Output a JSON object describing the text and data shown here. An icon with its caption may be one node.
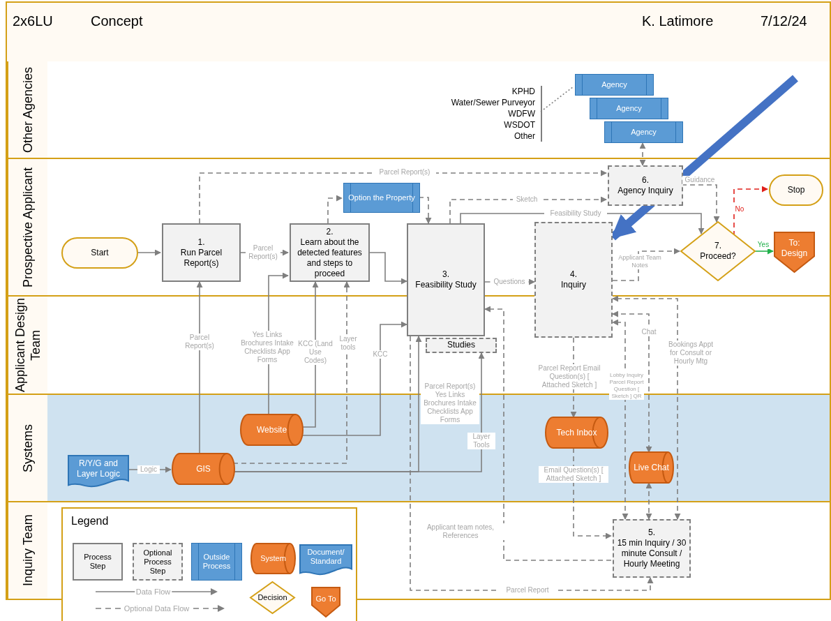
{
  "diagram": {
    "nodes": [
      {
        "text": [
          "Other Agencies"
        ]
      },
      {
        "text": [
          "Prospective Applicant"
        ]
      },
      {
        "text": [
          "Applicant Design Team"
        ]
      },
      {
        "text": [
          "Systems"
        ]
      },
      {
        "text": [
          "Inquiry Team"
        ]
      },
      {
        "text": [
          "KPHD",
          "Water/Sewer Purveyor",
          "WDFW",
          "WSDOT",
          "Other"
        ],
        "in": 0
      },
      {
        "text": [
          "Agency"
        ],
        "in": 0
      },
      {
        "text": [
          "Agency"
        ],
        "in": 0
      },
      {
        "text": [
          "Agency"
        ],
        "in": 0
      },
      {
        "text": [
          "Start"
        ],
        "in": 1
      },
      {
        "text": [
          "1.",
          "Run Parcel Report(s)"
        ],
        "in": 1
      },
      {
        "text": [
          "2.",
          "Learn about the detected features and steps to proceed"
        ],
        "in": 1
      },
      {
        "text": [
          "Option the Property"
        ],
        "in": 1
      },
      {
        "text": [
          "3.",
          "Feasibility Study"
        ]
      },
      {
        "text": [
          "Studies"
        ],
        "in": 2
      },
      {
        "text": [
          "4.",
          "Inquiry"
        ]
      },
      {
        "text": [
          "6.",
          "Agency Inquiry"
        ],
        "in": 1
      },
      {
        "text": [
          "7.",
          "Proceed?"
        ],
        "in": 1
      },
      {
        "text": [
          "Stop"
        ],
        "in": 1
      },
      {
        "text": [
          "To: Design"
        ],
        "in": 1
      },
      {
        "text": [
          "R/Y/G and Layer Logic"
        ],
        "in": 3
      },
      {
        "text": [
          "GIS"
        ],
        "in": 3
      },
      {
        "text": [
          "Website"
        ],
        "in": 3
      },
      {
        "text": [
          "Tech Inbox"
        ],
        "in": 3
      },
      {
        "text": [
          "Live Chat"
        ],
        "in": 3
      },
      {
        "text": [
          "5.",
          "15 min Inquiry / 30 minute Consult / Hourly Meeting"
        ],
        "in": 4
      }
    ],
    "edges": [
      {
        "from": 9,
        "to": 10,
        "arrow": "to"
      },
      {
        "from": 10,
        "to": 11,
        "arrow": "to",
        "label": "Parcel Report(s)"
      },
      {
        "from": 10,
        "to": 16,
        "arrow": "to",
        "label": "Parcel Report(s)",
        "style": "dashed"
      },
      {
        "from": 11,
        "to": 12,
        "arrow": "to",
        "style": "dashed"
      },
      {
        "from": 12,
        "to": 13,
        "arrow": "to",
        "style": "dashed"
      },
      {
        "from": 11,
        "to": 13,
        "arrow": "to"
      },
      {
        "from": 13,
        "to": 16,
        "arrow": "to",
        "label": "Sketch",
        "style": "dashed"
      },
      {
        "from": 13,
        "to": 17,
        "arrow": "to",
        "label": "Feasibility Study"
      },
      {
        "from": 16,
        "to": 17,
        "arrow": "to",
        "label": "Guidance",
        "style": "dashed"
      },
      {
        "from": 16,
        "to": 8,
        "arrow": "both",
        "style": "dashed"
      },
      {
        "from": 5,
        "to": 6,
        "arrow": "none",
        "style": "dashed"
      },
      {
        "from": 13,
        "to": 15,
        "arrow": "to",
        "label": "Questions"
      },
      {
        "from": 15,
        "to": 17,
        "arrow": "to",
        "label": "Applicant Team Notes",
        "style": "dashed"
      },
      {
        "from": 17,
        "to": 18,
        "arrow": "to",
        "label": "No",
        "style": "dashed",
        "color": "#e0201b"
      },
      {
        "from": 17,
        "to": 19,
        "arrow": "to",
        "label": "Yes",
        "color": "#22b14c"
      },
      {
        "from": 21,
        "to": 10,
        "arrow": "to",
        "label": "Parcel Report(s)"
      },
      {
        "from": 22,
        "to": 11,
        "arrow": "to",
        "label": "Yes Links Brochures Intake Checklists App Forms"
      },
      {
        "from": 22,
        "to": 11,
        "arrow": "to",
        "label": "KCC (Land Use Codes)"
      },
      {
        "from": 22,
        "to": 13,
        "arrow": "to",
        "label": "KCC"
      },
      {
        "from": 21,
        "to": 11,
        "arrow": "to",
        "label": "Layer tools",
        "style": "dashed"
      },
      {
        "from": 21,
        "to": 13,
        "arrow": "to",
        "label": "Parcel Report(s) Yes Links Brochures Intake Checklists App Forms"
      },
      {
        "from": 21,
        "to": 14,
        "arrow": "to",
        "label": "Layer Tools"
      },
      {
        "from": 20,
        "to": 21,
        "arrow": "to",
        "label": "Logic"
      },
      {
        "from": 15,
        "to": 23,
        "arrow": "to",
        "label": "Parcel Report Email Question(s) [ Attached Sketch ]",
        "style": "dashed"
      },
      {
        "from": 23,
        "to": 25,
        "arrow": "to",
        "label": "Email Question(s) [ Attached Sketch ]",
        "style": "dashed"
      },
      {
        "from": 25,
        "to": 15,
        "arrow": "both",
        "label": "Lobby Inquiry Parcel Report Question [ Sketch ] QR",
        "style": "dashed"
      },
      {
        "from": 15,
        "to": 24,
        "arrow": "both",
        "label": "Chat",
        "style": "dashed"
      },
      {
        "from": 24,
        "to": 25,
        "arrow": "both",
        "style": "dashed"
      },
      {
        "from": 25,
        "to": 15,
        "arrow": "both",
        "label": "Bookings Appt for Consult or Hourly Mtg",
        "style": "dashed"
      },
      {
        "from": 25,
        "to": 13,
        "arrow": "to",
        "label": "Applicant team notes, References",
        "style": "dashed"
      },
      {
        "from": 13,
        "to": 25,
        "arrow": "to",
        "label": "Parcel Report",
        "style": "dashed"
      },
      {
        "from": null,
        "to": 15,
        "arrow": "to",
        "style": "thick",
        "color": "#4472c4"
      }
    ],
    "labels": [
      "2x6LU",
      "Concept",
      "K. Latimore",
      "7/12/24",
      "Legend"
    ],
    "legend": [
      {
        "text": "Process Step"
      },
      {
        "text": "Optional Process Step"
      },
      {
        "text": "Outside Process"
      },
      {
        "text": "System"
      },
      {
        "text": "Document/ Standard"
      },
      {
        "text": "Data Flow"
      },
      {
        "text": "Optional Data Flow"
      },
      {
        "text": "Decision"
      },
      {
        "text": "Go To"
      }
    ]
  }
}
